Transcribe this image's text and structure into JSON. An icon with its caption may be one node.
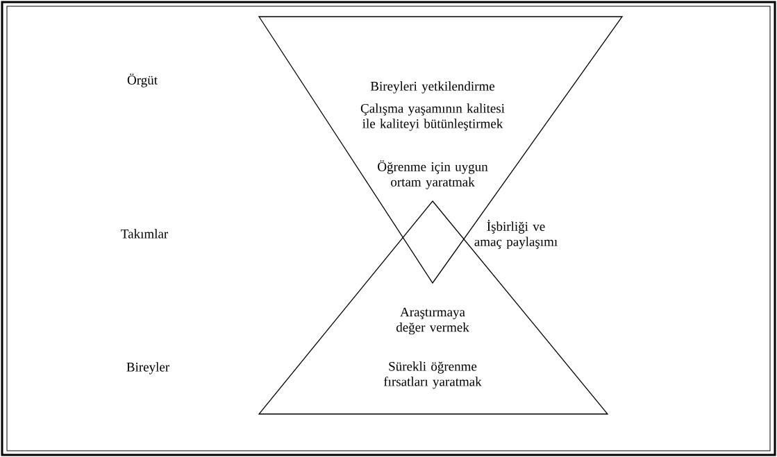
{
  "diagram": {
    "nodes": [
      {
        "text": [
          "Bireyleri yetkilendirme",
          "Çalışma yaşamının kalitesi ile kaliteyi bütünleştirmek",
          "Öğrenme için uygun ortam yaratmak"
        ]
      },
      {
        "text": [
          "Araştırmaya değer vermek",
          "Sürekli öğrenme fırsatları yaratmak"
        ]
      }
    ],
    "labels": [
      "Örgüt",
      "Takımlar",
      "İşbirliği ve amaç paylaşımı",
      "Bireyler"
    ]
  }
}
